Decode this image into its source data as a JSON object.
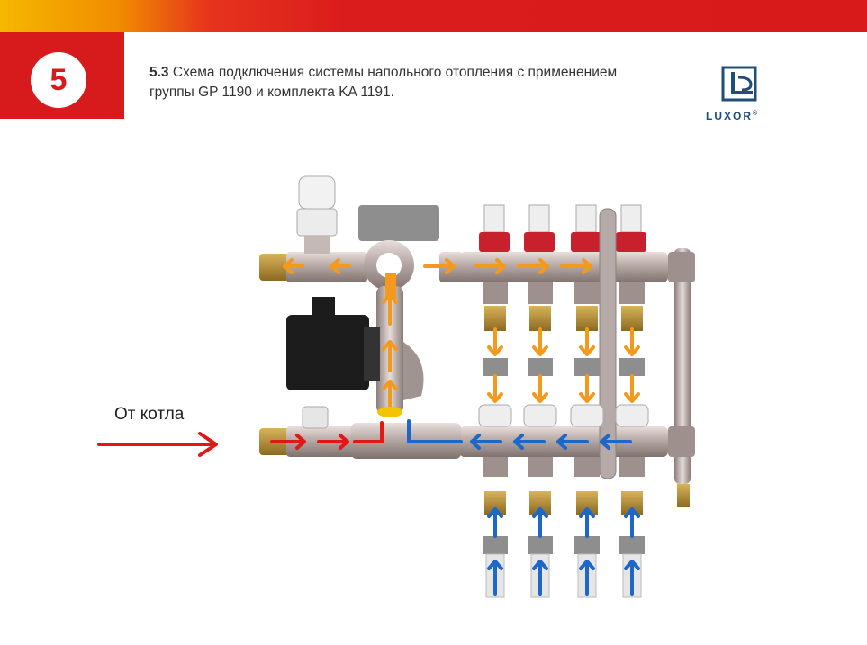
{
  "slide": {
    "number": "5",
    "title_num": "5.3",
    "title_text": "Схема подключения системы напольного отопления с применением группы GP 1190 и комплекта KA 1191."
  },
  "logo": {
    "text": "LUXOR",
    "reg": "®"
  },
  "diagram": {
    "source_label": "От котла",
    "colors": {
      "supply": "#f39a1e",
      "return": "#1f66c9",
      "boiler": "#e01818",
      "pipe": "#b8aaa6",
      "pump": "#1c1c1c",
      "valve_cap": "#c8202c"
    }
  }
}
